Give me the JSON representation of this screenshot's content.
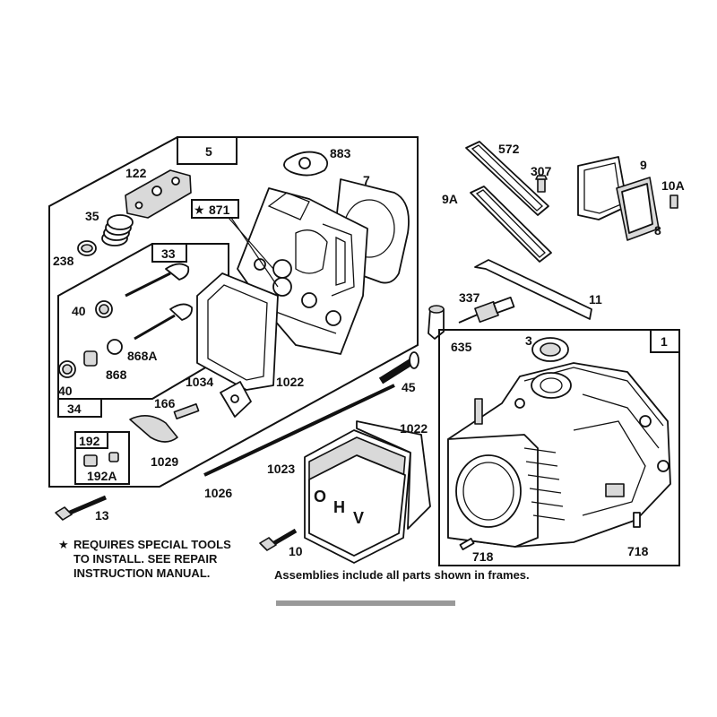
{
  "labels": {
    "l5": "5",
    "l122": "122",
    "l883": "883",
    "l7": "7",
    "l35": "35",
    "l871": "871",
    "l238": "238",
    "l33": "33",
    "l40a": "40",
    "l868a": "868A",
    "l868": "868",
    "l40b": "40",
    "l34": "34",
    "l1034": "1034",
    "l1022a": "1022",
    "l166": "166",
    "l1029": "1029",
    "l192": "192",
    "l192a": "192A",
    "l13": "13",
    "l1026": "1026",
    "l1023": "1023",
    "l1022b": "1022",
    "l10": "10",
    "l572": "572",
    "l307": "307",
    "l9": "9",
    "l10a": "10A",
    "l9a": "9A",
    "l8": "8",
    "l11": "11",
    "l337": "337",
    "l635": "635",
    "l45": "45",
    "l3": "3",
    "l1": "1",
    "l718a": "718",
    "l718b": "718"
  },
  "star_symbol": "★",
  "cover_letters": [
    "O",
    "H",
    "V"
  ],
  "notes": {
    "special_tools_1": "REQUIRES SPECIAL TOOLS",
    "special_tools_2": "TO INSTALL.  SEE REPAIR",
    "special_tools_3": "INSTRUCTION MANUAL.",
    "assemblies": "Assemblies include all parts shown in frames."
  }
}
